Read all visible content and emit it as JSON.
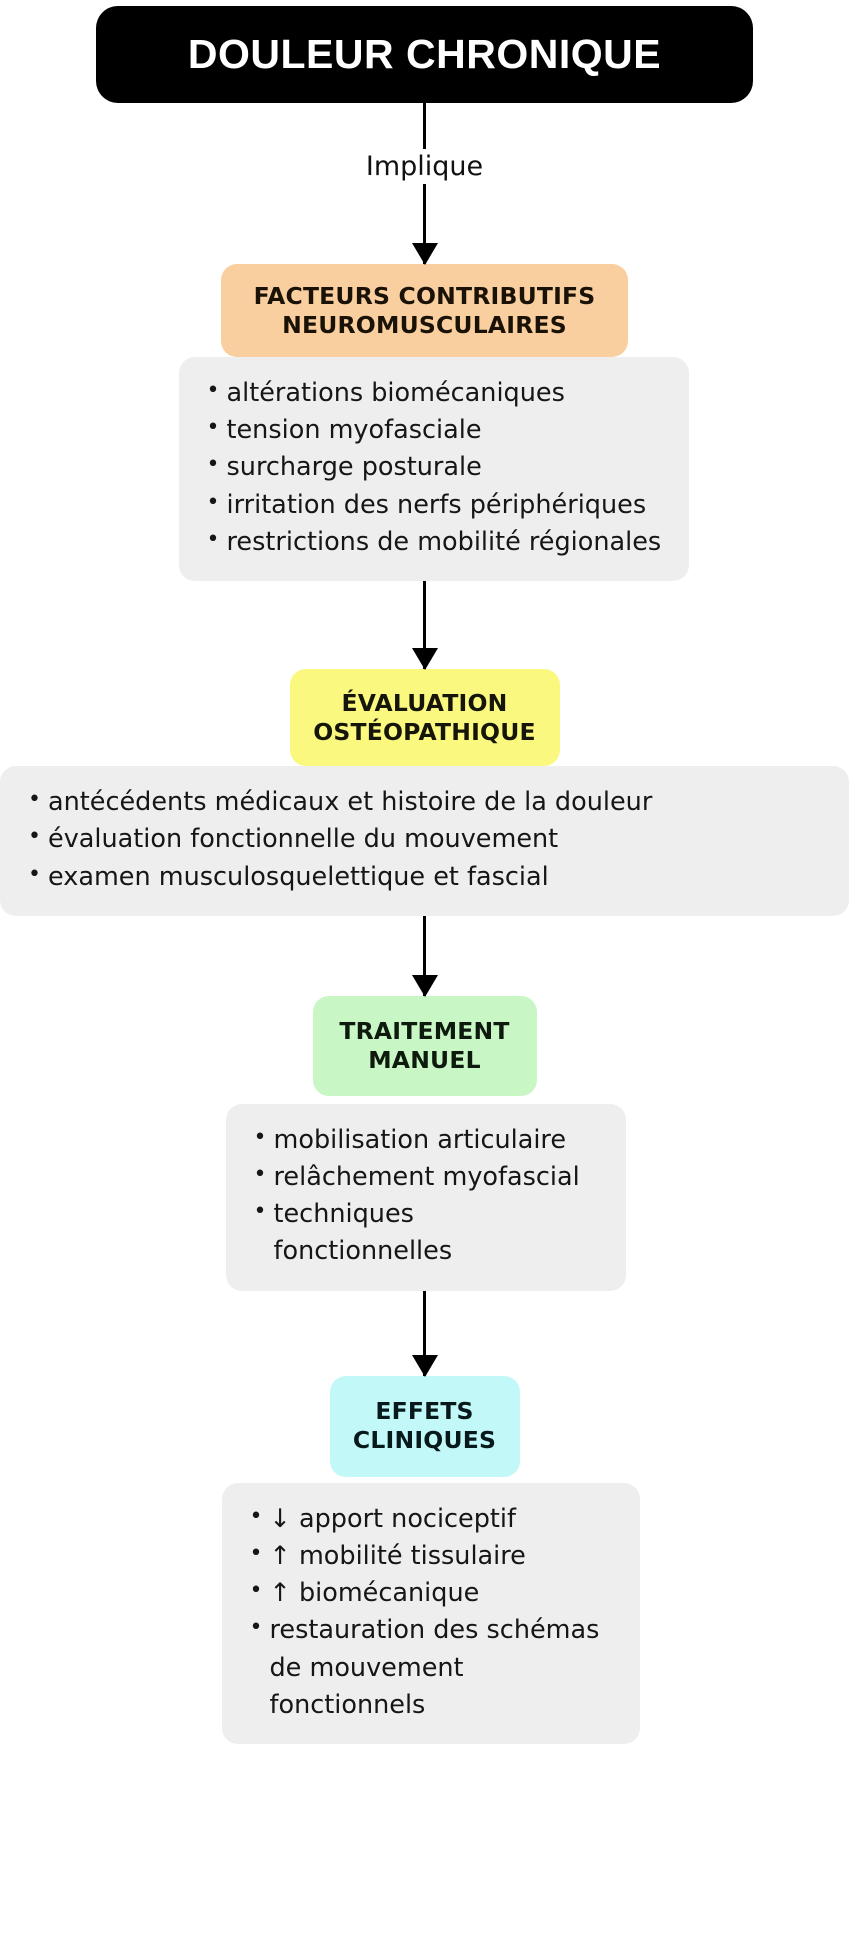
{
  "diagram": {
    "title": "DOULEUR CHRONIQUE",
    "edge_label_1": "Implique",
    "colors": {
      "title_bg": "#000000",
      "title_fg": "#ffffff",
      "orange": "#facfa0",
      "yellow": "#faf87f",
      "green": "#c8f7c5",
      "cyan": "#c2f8f8",
      "panel": "#eeeeee",
      "arrow": "#000000"
    },
    "nodes": {
      "contributing_factors": {
        "line1": "FACTEURS CONTRIBUTIFS",
        "line2": "NEUROMUSCULAIRES"
      },
      "evaluation": {
        "line1": "ÉVALUATION",
        "line2": "OSTÉOPATHIQUE"
      },
      "treatment": {
        "line1": "TRAITEMENT",
        "line2": "MANUEL"
      },
      "effects": {
        "line1": "EFFETS",
        "line2": "CLINIQUES"
      }
    },
    "lists": {
      "contributing_factors": [
        "altérations biomécaniques",
        "tension myofasciale",
        "surcharge posturale",
        "irritation des nerfs périphériques",
        "restrictions de mobilité régionales"
      ],
      "evaluation": [
        "antécédents médicaux et histoire de la douleur",
        "évaluation fonctionnelle du mouvement",
        "examen musculosquelettique et fascial"
      ],
      "treatment": [
        "mobilisation articulaire",
        "relâchement myofascial",
        "techniques fonctionnelles"
      ],
      "effects": [
        "↓ apport nociceptif",
        "↑ mobilité tissulaire",
        "↑ biomécanique",
        "restauration des schémas",
        "de mouvement fonctionnels"
      ]
    }
  }
}
